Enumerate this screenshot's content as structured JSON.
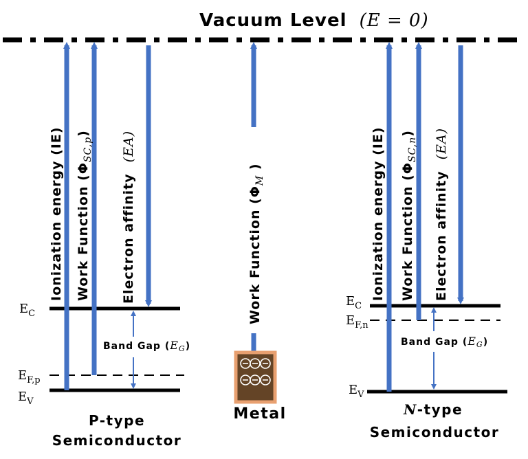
{
  "vacuum": {
    "label": "Vacuum Level",
    "eq": "(E = 0)"
  },
  "p_type": {
    "ie_label": "Ionization energy (IE)",
    "wf_label": "Work Function (Φ",
    "wf_sub": "SC,p",
    "wf_close": ")",
    "ea_label": "Electron affinity",
    "ea_sym": "(EA)",
    "ec_main": "E",
    "ec_sub": "C",
    "ef_main": "E",
    "ef_sub": "F,p",
    "ev_main": "E",
    "ev_sub": "V",
    "gap_label": "Band Gap (",
    "gap_sym": "E",
    "gap_sub": "G",
    "gap_close": ")",
    "title_line1": "P-type",
    "title_line2": "Semiconductor"
  },
  "metal": {
    "wf_label": "Work Function (Φ",
    "wf_sub": "M",
    "wf_close": " )",
    "title": "Metal",
    "electron_symbol": "⊖"
  },
  "n_type": {
    "ie_label": "Ionization energy (IE)",
    "wf_label": "Work Function (Φ",
    "wf_sub": "SC,n",
    "wf_close": ")",
    "ea_label": "Electron affinity",
    "ea_sym": "(EA)",
    "ec_main": "E",
    "ec_sub": "C",
    "ef_main": "E",
    "ef_sub": "F,n",
    "ev_main": "E",
    "ev_sub": "V",
    "gap_label": "Band Gap (",
    "gap_sym": "E",
    "gap_sub": "G",
    "gap_close": ")",
    "title_italic": "N",
    "title_rest": "-type",
    "title_line2": "Semiconductor"
  },
  "colors": {
    "arrow": "#4472c4",
    "line": "#000000",
    "metal_border": "#e8a070",
    "metal_fill": "#5a3e22"
  }
}
